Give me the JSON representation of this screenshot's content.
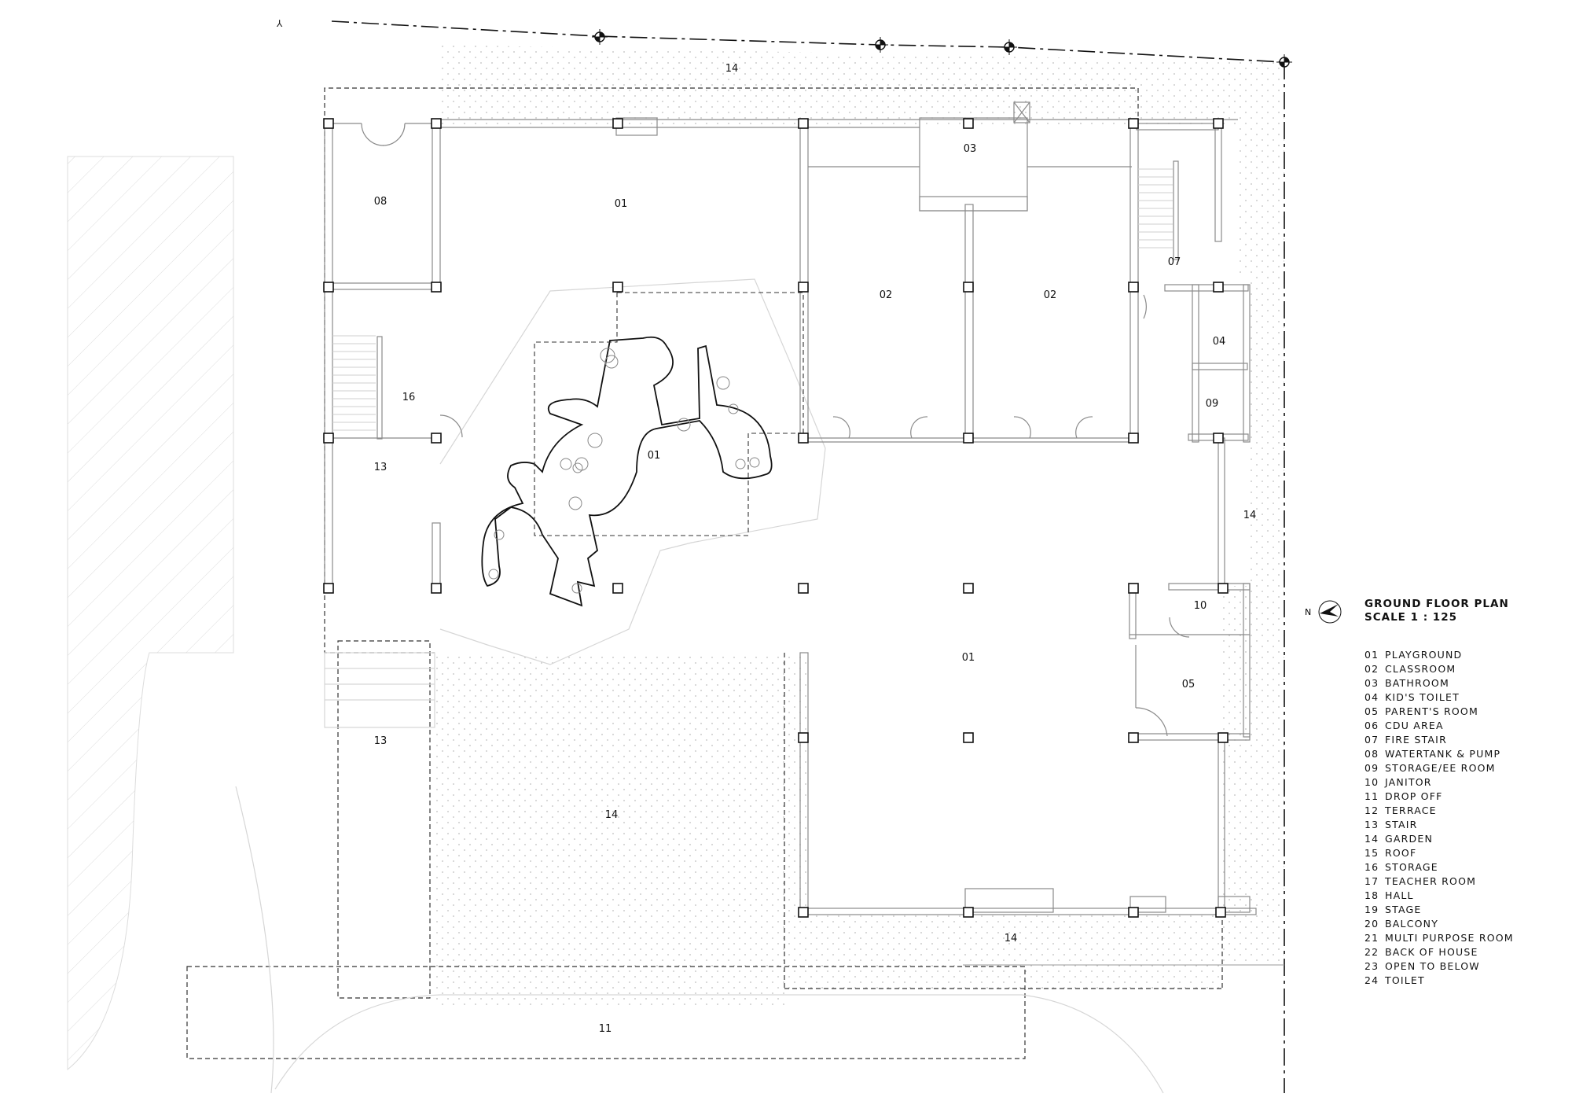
{
  "drawing": {
    "title": "GROUND FLOOR PLAN",
    "scale": "SCALE 1 : 125",
    "north_label": "N",
    "north_icon": "north-arrow-icon"
  },
  "legend": [
    {
      "code": "01",
      "name": "PLAYGROUND"
    },
    {
      "code": "02",
      "name": "CLASSROOM"
    },
    {
      "code": "03",
      "name": "BATHROOM"
    },
    {
      "code": "04",
      "name": "KID'S TOILET"
    },
    {
      "code": "05",
      "name": "PARENT'S ROOM"
    },
    {
      "code": "06",
      "name": "CDU AREA"
    },
    {
      "code": "07",
      "name": "FIRE STAIR"
    },
    {
      "code": "08",
      "name": "WATERTANK & PUMP"
    },
    {
      "code": "09",
      "name": "STORAGE/EE ROOM"
    },
    {
      "code": "10",
      "name": "JANITOR"
    },
    {
      "code": "11",
      "name": "DROP OFF"
    },
    {
      "code": "12",
      "name": "TERRACE"
    },
    {
      "code": "13",
      "name": "STAIR"
    },
    {
      "code": "14",
      "name": "GARDEN"
    },
    {
      "code": "15",
      "name": "ROOF"
    },
    {
      "code": "16",
      "name": "STORAGE"
    },
    {
      "code": "17",
      "name": "TEACHER ROOM"
    },
    {
      "code": "18",
      "name": "HALL"
    },
    {
      "code": "19",
      "name": "STAGE"
    },
    {
      "code": "20",
      "name": "BALCONY"
    },
    {
      "code": "21",
      "name": "MULTI PURPOSE ROOM"
    },
    {
      "code": "22",
      "name": "BACK OF HOUSE"
    },
    {
      "code": "23",
      "name": "OPEN TO BELOW"
    },
    {
      "code": "24",
      "name": "TOILET"
    }
  ],
  "room_labels": {
    "garden_top": "14",
    "watertank": "08",
    "playground_north": "01",
    "bathroom": "03",
    "fire_stair": "07",
    "classroom_a": "02",
    "classroom_b": "02",
    "kids_toilet": "04",
    "storage_ee": "09",
    "storage": "16",
    "stair_upper": "13",
    "playground_center": "01",
    "garden_east": "14",
    "janitor": "10",
    "playground_south": "01",
    "parents_room": "05",
    "stair_lower": "13",
    "garden_south": "14",
    "garden_bottom": "14",
    "drop_off": "11"
  },
  "colors": {
    "line": "#111111",
    "thin_line": "#9a9a9a",
    "faint_line": "#d6d6d6",
    "dot_pattern": "#bdbdbd",
    "background": "#ffffff"
  }
}
